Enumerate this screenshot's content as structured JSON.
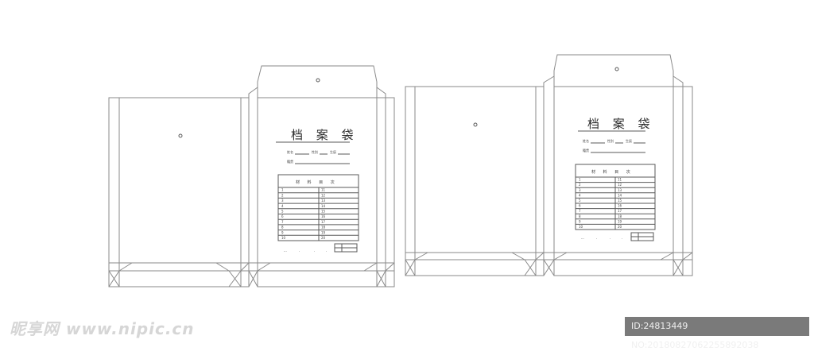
{
  "envelope": {
    "title": "档 案 袋",
    "field_name": "姓名",
    "field_gender": "性别",
    "field_birth": "生辰",
    "field_origin": "籍贯",
    "table_header": "材 料 目 次",
    "left_numbers": [
      "1",
      "2",
      "3",
      "4",
      "5",
      "6",
      "7",
      "8",
      "9",
      "10"
    ],
    "right_numbers": [
      "11",
      "12",
      "13",
      "14",
      "15",
      "16",
      "17",
      "18",
      "19",
      "20"
    ]
  },
  "watermark": {
    "site": "昵享网 www.nipic.cn",
    "id_text": "ID:24813449 NO:20180827062255892038"
  }
}
